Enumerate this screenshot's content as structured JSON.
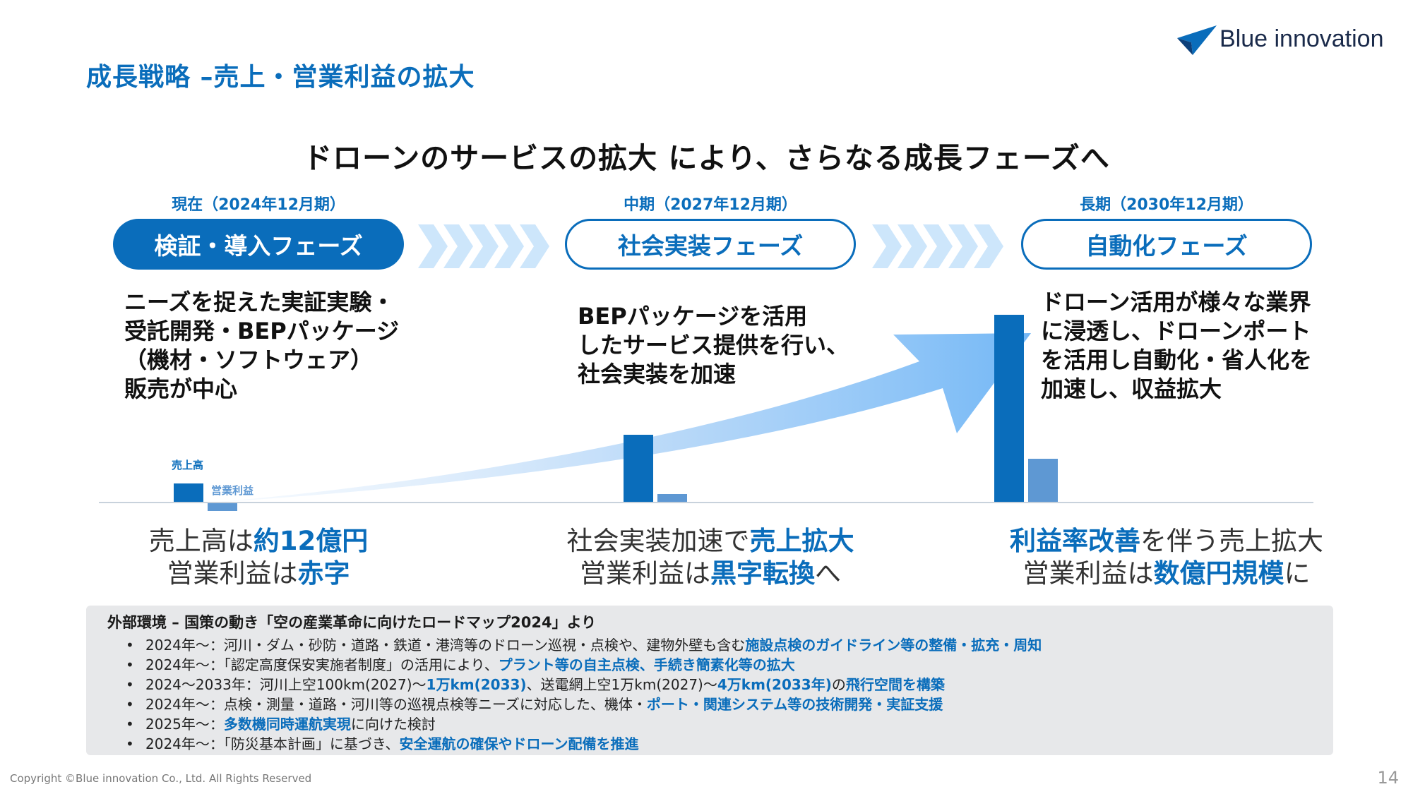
{
  "header": {
    "title": "成長戦略 –売上・営業利益の拡大",
    "logo_text": "Blue innovation"
  },
  "headline": "ドローンのサービスの拡大 により、さらなる成長フェーズへ",
  "phases": [
    {
      "period": "現在（2024年12月期）",
      "label": "検証・導入フェーズ",
      "description": [
        "ニーズを捉えた実証実験・",
        "受託開発・BEPパッケージ",
        "（機材・ソフトウェア）",
        "販売が中心"
      ],
      "summary_1": {
        "pre": "売上高は",
        "hl": "約12億円",
        "post": ""
      },
      "summary_2": {
        "pre": "営業利益は",
        "hl": "赤字",
        "post": ""
      }
    },
    {
      "period": "中期（2027年12月期）",
      "label": "社会実装フェーズ",
      "description": [
        "BEPパッケージを活用",
        "したサービス提供を行い、",
        "社会実装を加速"
      ],
      "summary_1": {
        "pre": "社会実装加速で",
        "hl": "売上拡大",
        "post": ""
      },
      "summary_2": {
        "pre": "営業利益は",
        "hl": "黒字転換",
        "post": "へ"
      }
    },
    {
      "period": "長期（2030年12月期）",
      "label": "自動化フェーズ",
      "description": [
        "ドローン活用が様々な業界",
        "に浸透し、ドローンポート",
        "を活用し自動化・省人化を",
        "加速し、収益拡大"
      ],
      "summary_1": {
        "pre": "",
        "hl": "利益率改善",
        "post": "を伴う売上拡大"
      },
      "summary_2": {
        "pre": "営業利益は",
        "hl": "数億円規模",
        "post": "に"
      }
    }
  ],
  "bars_legend": {
    "sales": "売上高",
    "profit": "営業利益"
  },
  "bars": [
    {
      "sales": 0.1,
      "profit": -0.04
    },
    {
      "sales": 0.36,
      "profit": 0.04
    },
    {
      "sales": 1.0,
      "profit": 0.23
    }
  ],
  "colors": {
    "accent": "#0a6dbb",
    "accent_light": "#5e98d3",
    "box_bg": "#e7e8ea"
  },
  "external": {
    "title": "外部環境 – 国策の動き「空の産業革命に向けたロードマップ2024」より",
    "items": [
      [
        {
          "t": "2024年〜：河川・ダム・砂防・道路・鉄道・港湾等のドローン巡視・点検や、建物外壁も含む"
        },
        {
          "t": "施設点検のガイドライン等の整備・拡充・周知",
          "hl": true
        }
      ],
      [
        {
          "t": "2024年〜：「認定高度保安実施者制度」の活用により、"
        },
        {
          "t": "プラント等の自主点検、手続き簡素化等の拡大",
          "hl": true
        }
      ],
      [
        {
          "t": "2024〜2033年：河川上空100km(2027)〜"
        },
        {
          "t": "1万km(2033)",
          "hl": true
        },
        {
          "t": "、送電網上空1万km(2027)〜"
        },
        {
          "t": "4万km(2033年)",
          "hl": true
        },
        {
          "t": "の"
        },
        {
          "t": "飛行空間を構築",
          "hl": true
        }
      ],
      [
        {
          "t": "2024年〜：点検・測量・道路・河川等の巡視点検等ニーズに対応した、機体・"
        },
        {
          "t": "ポート・関連システム等の技術開発・実証支援",
          "hl": true
        }
      ],
      [
        {
          "t": "2025年〜："
        },
        {
          "t": "多数機同時運航実現",
          "hl": true
        },
        {
          "t": "に向けた検討"
        }
      ],
      [
        {
          "t": "2024年〜：「防災基本計画」に基づき、"
        },
        {
          "t": "安全運航の確保やドローン配備を推進",
          "hl": true
        }
      ]
    ]
  },
  "footer": {
    "copyright": "Copyright ©Blue innovation Co., Ltd. All Rights Reserved",
    "page": "14"
  }
}
